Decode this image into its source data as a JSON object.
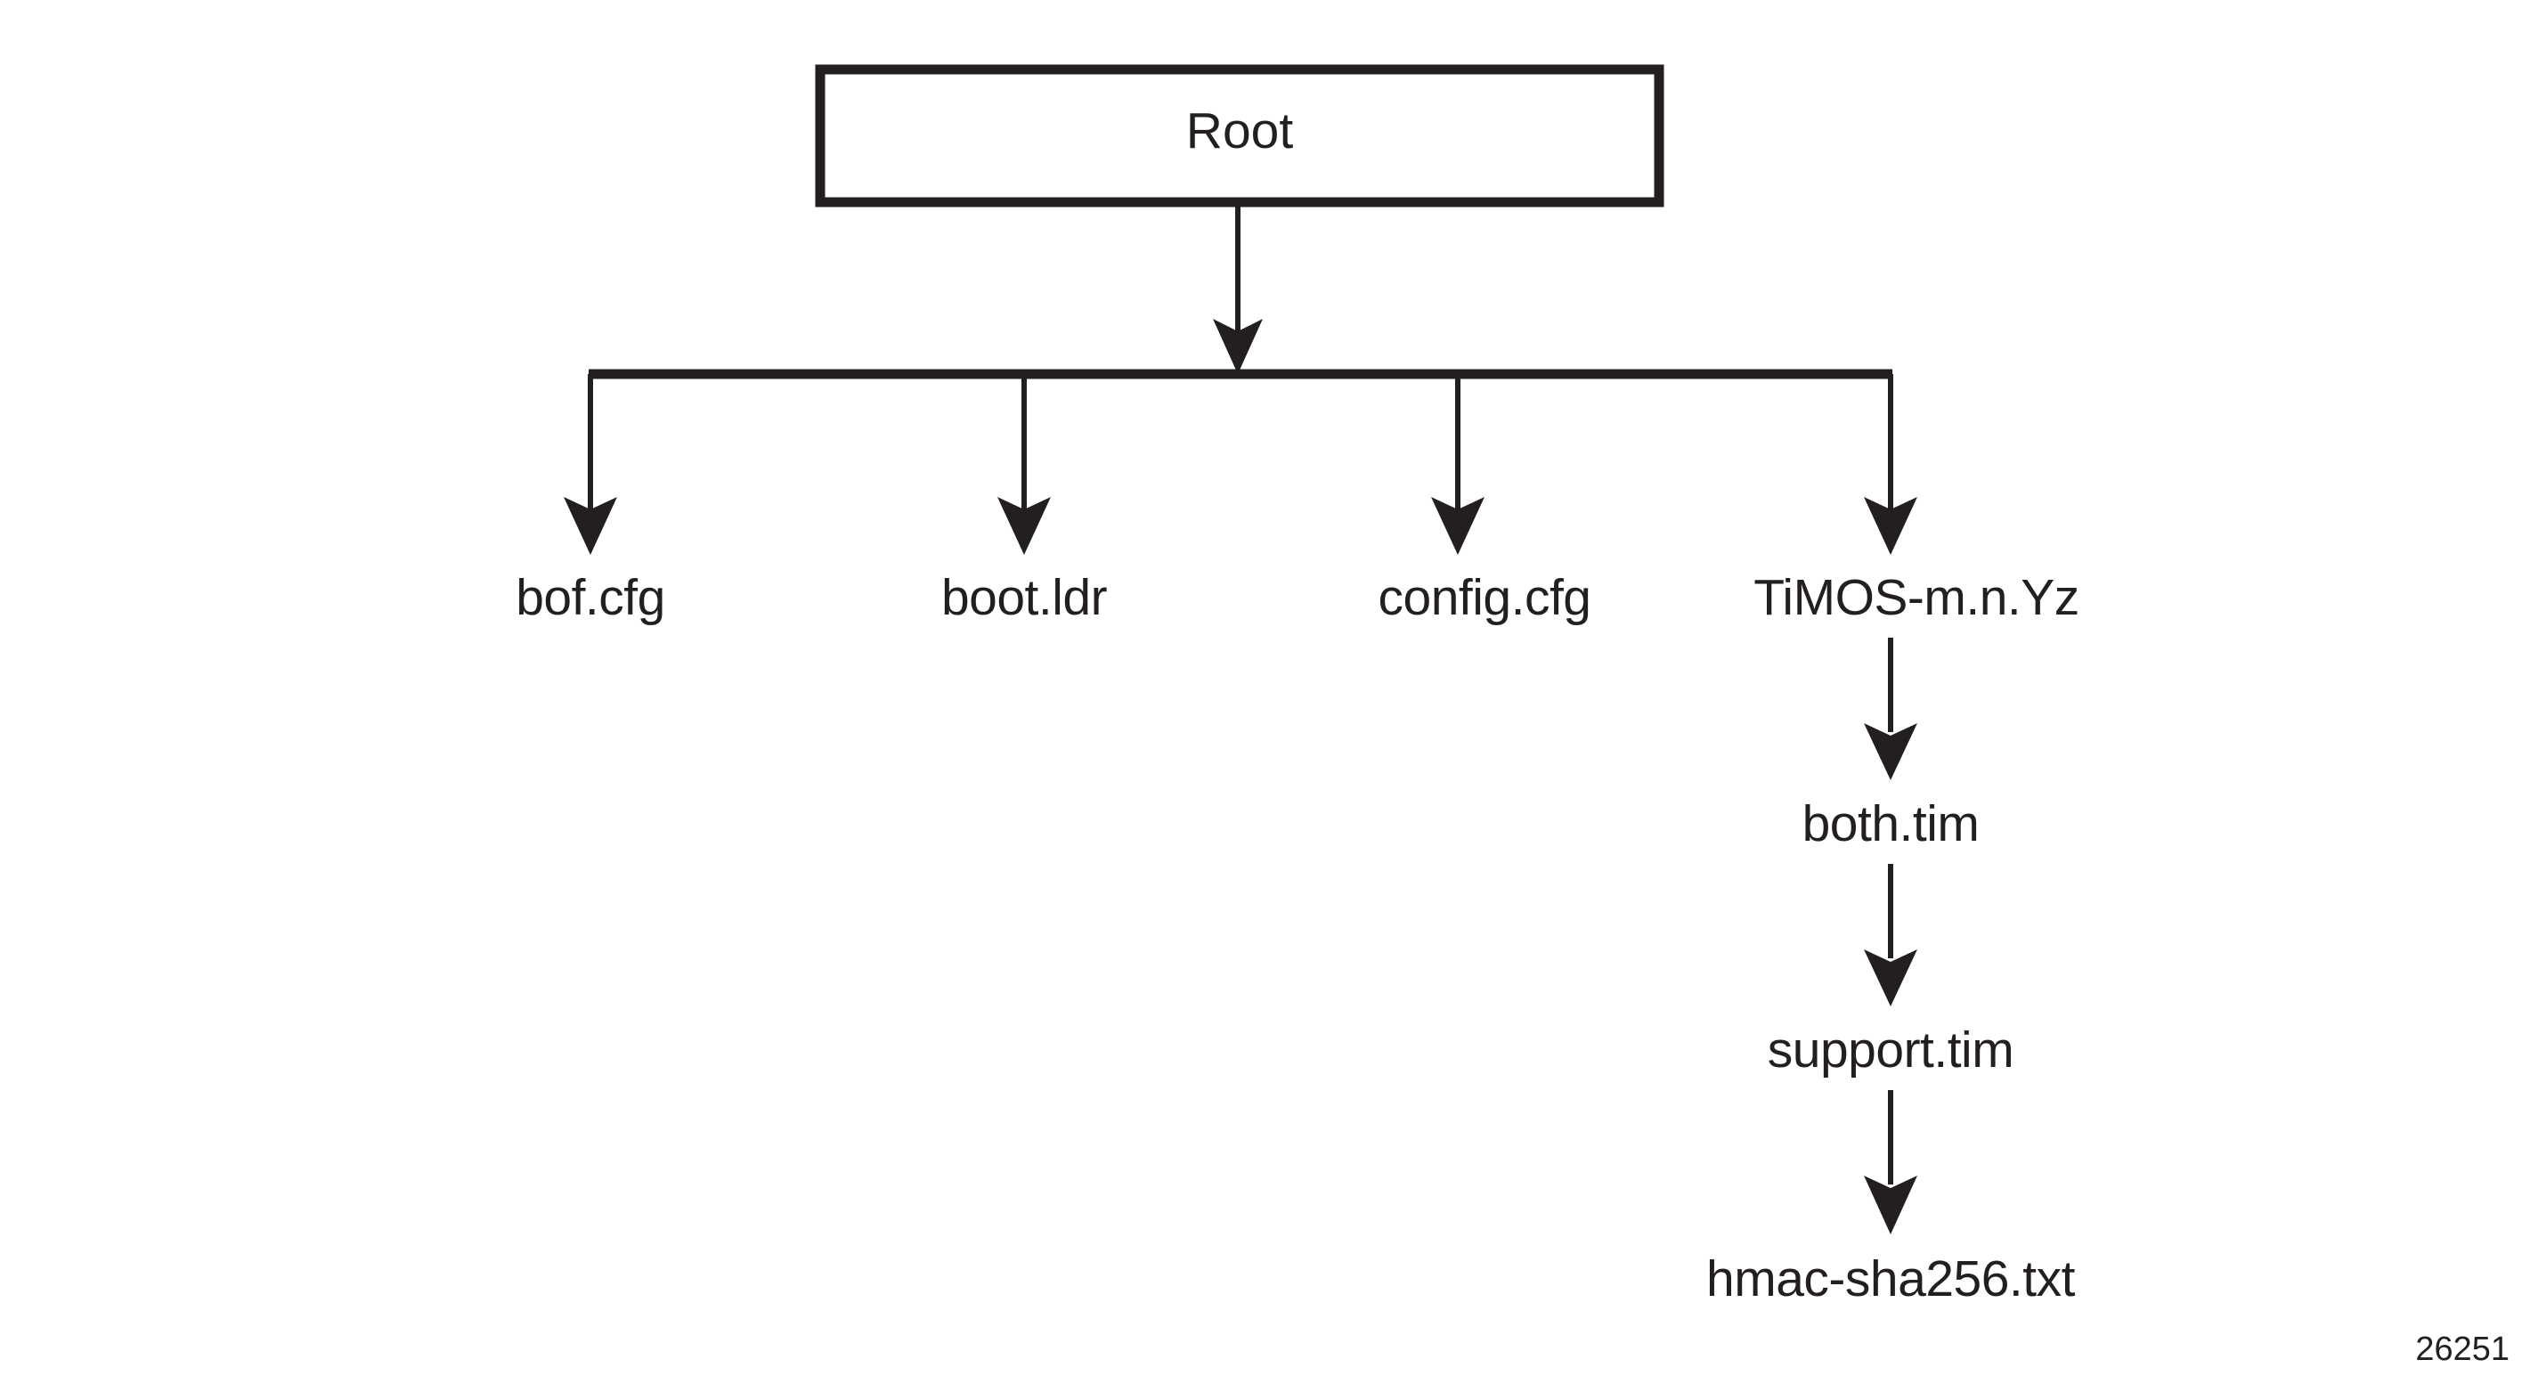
{
  "figure": {
    "reference_number": "26251",
    "background_color": "#ffffff",
    "ink_color": "#231f20"
  },
  "tree": {
    "root": {
      "label": "Root",
      "shape": "rectangle"
    },
    "children": [
      {
        "label": "bof.cfg"
      },
      {
        "label": "boot.ldr"
      },
      {
        "label": "config.cfg"
      },
      {
        "label": "TiMOS-m.n.Yz"
      }
    ],
    "chain": [
      {
        "label": "both.tim"
      },
      {
        "label": "support.tim"
      },
      {
        "label": "hmac-sha256.txt"
      }
    ]
  }
}
